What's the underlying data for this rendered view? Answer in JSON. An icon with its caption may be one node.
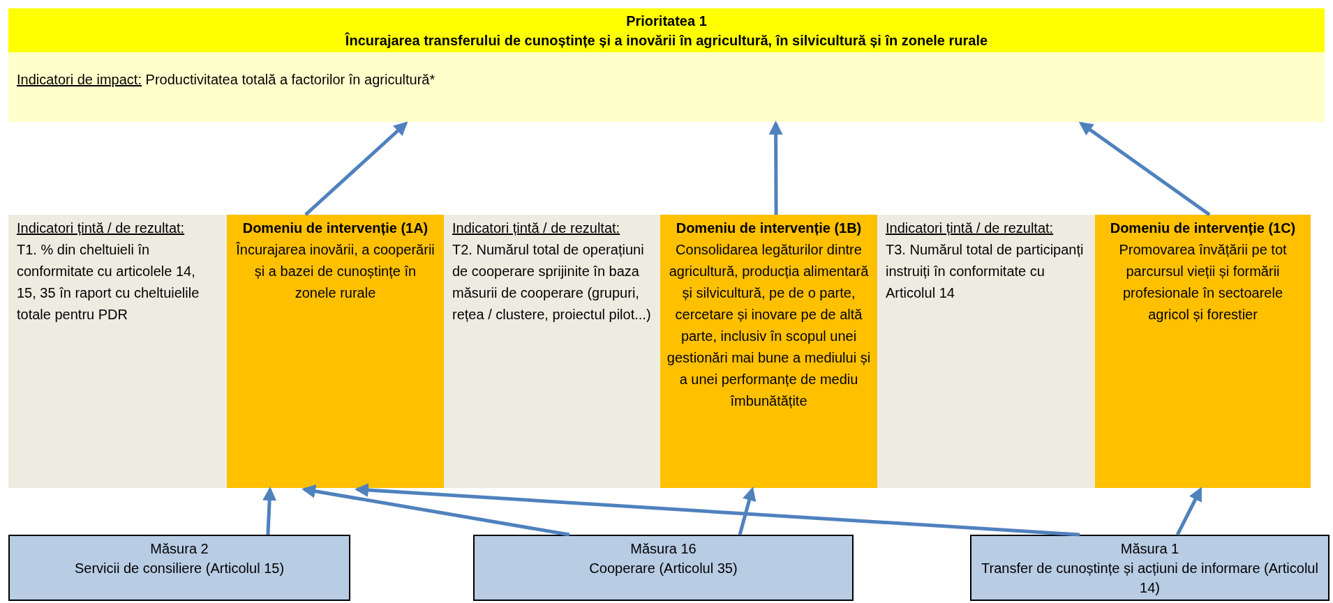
{
  "diagram": {
    "nodes": [
      {
        "text": [
          "Prioritatea 1",
          "Încurajarea transferului de cunoștințe și a inovării în agricultură, în silvicultură și în zonele rurale"
        ]
      },
      {
        "text": [
          "Indicatori de impact:",
          "Productivitatea totală a factorilor în agricultură*"
        ]
      },
      {
        "text": [
          "Indicatori țintă / de rezultat:",
          "T1. % din cheltuieli în conformitate cu articolele 14, 15, 35 în raport cu cheltuielile totale pentru PDR"
        ]
      },
      {
        "text": [
          "Domeniu de intervenție (1A)",
          "Încurajarea inovării, a cooperării și a bazei de cunoștințe în zonele rurale"
        ]
      },
      {
        "text": [
          "Indicatori țintă / de rezultat:",
          "T2. Numărul total de operațiuni de cooperare sprijinite în baza măsurii de cooperare (grupuri, rețea / clustere, proiectul pilot...)"
        ]
      },
      {
        "text": [
          "Domeniu de intervenție (1B)",
          "Consolidarea legăturilor dintre agricultură, producția alimentară și silvicultură, pe de o parte, cercetare și inovare pe de altă parte, inclusiv în scopul unei gestionări mai bune a mediului și a unei performanțe de mediu îmbunătățite"
        ]
      },
      {
        "text": [
          "Indicatori țintă / de rezultat:",
          "T3. Numărul total de participanți instruiți în conformitate cu Articolul 14"
        ]
      },
      {
        "text": [
          "Domeniu de intervenție (1C)",
          "Promovarea învățării pe tot parcursul vieții și formării profesionale în sectoarele agricol și forestier"
        ]
      },
      {
        "text": [
          "Măsura 2",
          "Servicii de consiliere (Articolul 15)"
        ]
      },
      {
        "text": [
          "Măsura 16",
          "Cooperare (Articolul 35)"
        ]
      },
      {
        "text": [
          "Măsura 1",
          "Transfer de cunoștințe și acțiuni de informare (Articolul 14)"
        ]
      }
    ],
    "edges": [
      {
        "from": 3,
        "to": 1,
        "arrow": "to"
      },
      {
        "from": 5,
        "to": 1,
        "arrow": "to"
      },
      {
        "from": 7,
        "to": 1,
        "arrow": "to"
      },
      {
        "from": 8,
        "to": 3,
        "arrow": "to"
      },
      {
        "from": 9,
        "to": 3,
        "arrow": "to"
      },
      {
        "from": 10,
        "to": 3,
        "arrow": "to"
      },
      {
        "from": 9,
        "to": 5,
        "arrow": "to"
      },
      {
        "from": 10,
        "to": 7,
        "arrow": "to"
      }
    ]
  }
}
